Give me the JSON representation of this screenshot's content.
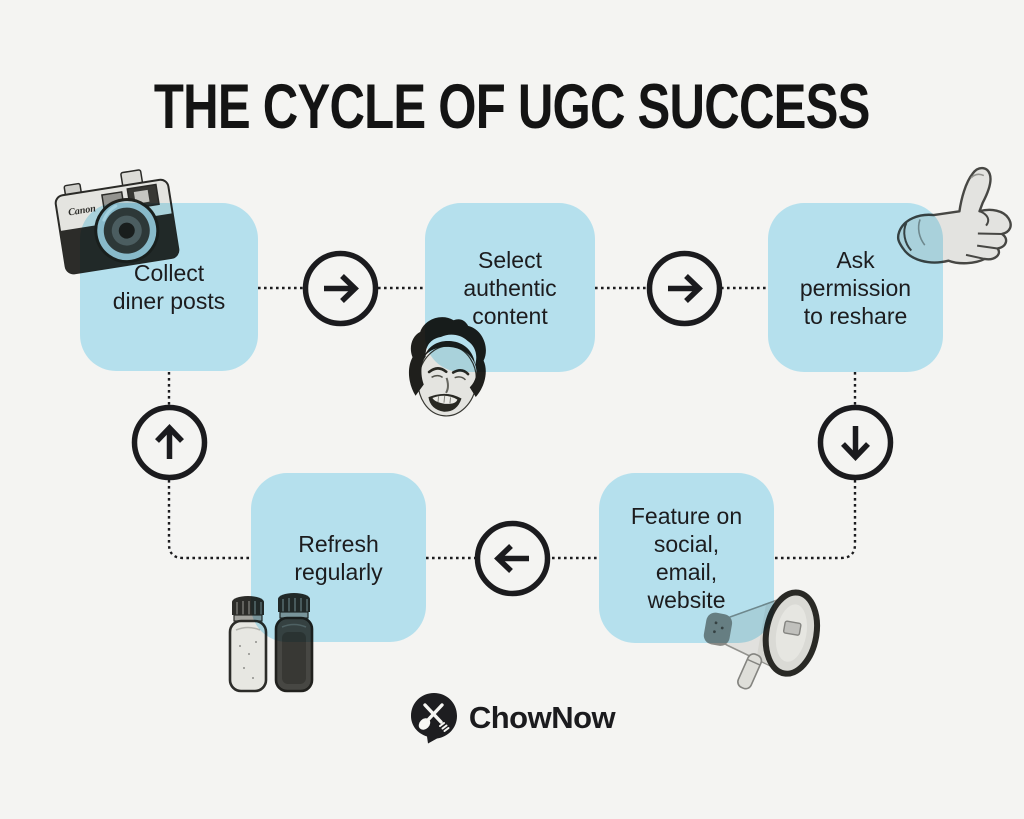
{
  "title": "THE CYCLE OF UGC SUCCESS",
  "steps": [
    {
      "id": "collect-diner-posts",
      "lines": [
        "Collect",
        "diner posts"
      ]
    },
    {
      "id": "select-authentic-content",
      "lines": [
        "Select",
        "authentic",
        "content"
      ]
    },
    {
      "id": "ask-permission-to-reshare",
      "lines": [
        "Ask",
        "permission",
        "to reshare"
      ]
    },
    {
      "id": "feature-on-channels",
      "lines": [
        "Feature on",
        "social,",
        "email,",
        "website"
      ]
    },
    {
      "id": "refresh-regularly",
      "lines": [
        "Refresh",
        "regularly"
      ]
    }
  ],
  "flow": {
    "sequence": [
      "collect-diner-posts",
      "select-authentic-content",
      "ask-permission-to-reshare",
      "feature-on-channels",
      "refresh-regularly"
    ],
    "arrow_directions": [
      "right",
      "right",
      "down",
      "left",
      "up"
    ],
    "style": "dotted-lines-with-circled-arrows"
  },
  "brand": {
    "name": "ChowNow"
  },
  "colors": {
    "background": "#f4f4f2",
    "box_fill": "#b5e0ed",
    "ink": "#1b1b1e"
  },
  "icons": {
    "decorations": [
      "camera-icon",
      "grimacing-face-icon",
      "thumbs-up-icon",
      "salt-pepper-shakers-icon",
      "megaphone-icon"
    ],
    "logo": "chownow-pin-icon"
  }
}
